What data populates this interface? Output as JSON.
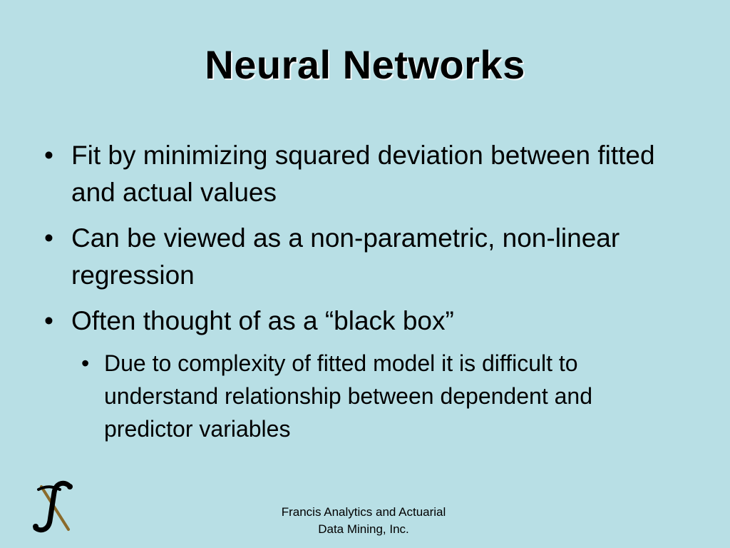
{
  "slide": {
    "title": "Neural Networks",
    "bullets": [
      "Fit by minimizing squared deviation between fitted and actual values",
      "Can be viewed as a non-parametric, non-linear regression",
      "Often thought of as a “black box”"
    ],
    "sub_bullets": [
      "Due to complexity of fitted model it is difficult to understand relationship between dependent and predictor variables"
    ],
    "bullet_symbol": "•",
    "footer_line1": "Francis Analytics and Actuarial",
    "footer_line2": "Data Mining, Inc."
  },
  "colors": {
    "background": "#b8dfe5",
    "logo_stroke": "#000000",
    "logo_accent": "#8a6a2a"
  },
  "icons": {
    "logo": "fa-monogram-logo"
  }
}
